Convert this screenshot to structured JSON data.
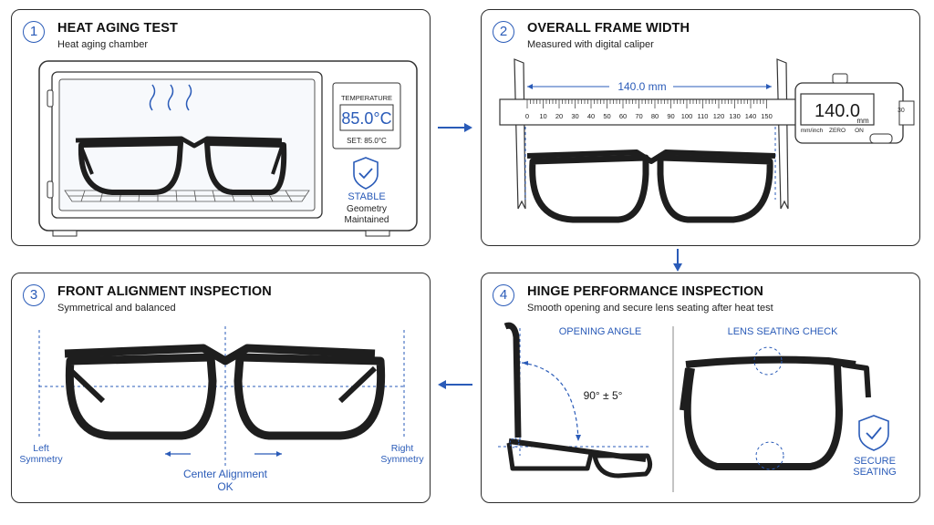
{
  "panels": [
    {
      "number": "1",
      "title": "HEAT AGING TEST",
      "subtitle": "Heat aging chamber"
    },
    {
      "number": "2",
      "title": "OVERALL FRAME WIDTH",
      "subtitle": "Measured with digital caliper"
    },
    {
      "number": "3",
      "title": "FRONT ALIGNMENT INSPECTION",
      "subtitle": "Symmetrical and balanced"
    },
    {
      "number": "4",
      "title": "HINGE PERFORMANCE INSPECTION",
      "subtitle": "Smooth opening and secure lens seating after heat test"
    }
  ],
  "chamber": {
    "display_header": "TEMPERATURE",
    "display_value": "85.0°C",
    "set_label": "SET: 85.0°C",
    "status_title": "STABLE",
    "status_line1": "Geometry",
    "status_line2": "Maintained"
  },
  "caliper": {
    "measurement": "140.0 mm",
    "readout": "140.0",
    "readout_unit": "mm",
    "button_labels": [
      "mm/inch",
      "ZERO",
      "ON"
    ],
    "scale_ticks": [
      "0",
      "10",
      "20",
      "30",
      "40",
      "50",
      "60",
      "70",
      "80",
      "90",
      "100",
      "110",
      "120",
      "130",
      "140",
      "150"
    ],
    "end_tick": "30"
  },
  "alignment": {
    "left_label_1": "Left",
    "left_label_2": "Symmetry",
    "right_label_1": "Right",
    "right_label_2": "Symmetry",
    "center_label_1": "Center Alignment",
    "center_label_2": "OK"
  },
  "hinge": {
    "opening_label": "OPENING ANGLE",
    "angle_value": "90° ± 5°",
    "lens_label": "LENS SEATING CHECK",
    "secure_1": "SECURE",
    "secure_2": "SEATING"
  },
  "colors": {
    "accent": "#2a5bb8",
    "frame": "#1e1e1e",
    "outline": "#2c2c2c"
  }
}
